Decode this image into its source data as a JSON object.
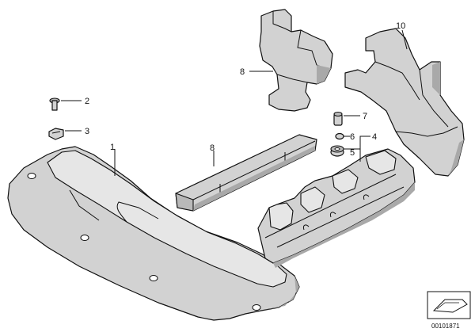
{
  "callouts": {
    "c1": "1",
    "c2": "2",
    "c3": "3",
    "c4": "4",
    "c5": "5",
    "c6": "6",
    "c7": "7",
    "c8a": "8",
    "c8b": "8",
    "c10": "10"
  },
  "footer": {
    "diagram_code": "00101871"
  }
}
